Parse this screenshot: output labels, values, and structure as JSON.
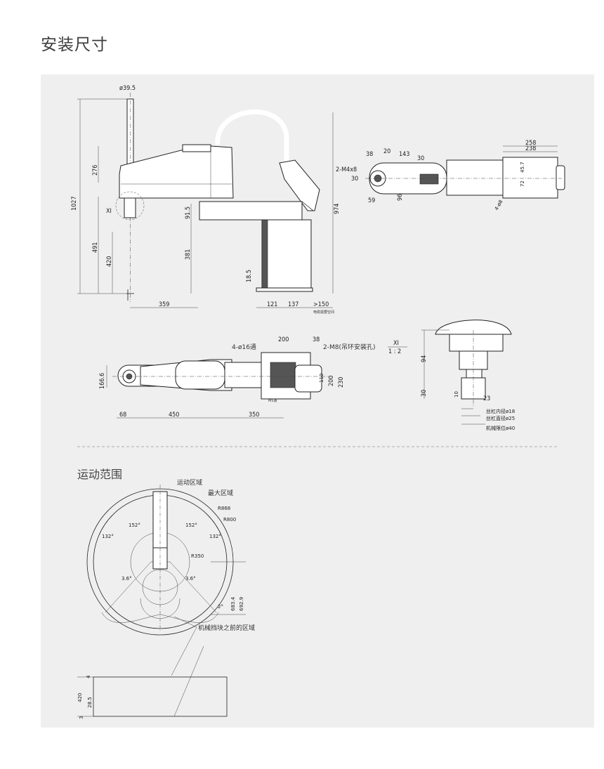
{
  "page": {
    "title": "安装尺寸",
    "motion_title": "运动范围"
  },
  "side_view": {
    "dims": {
      "d_rod": "ø39.5",
      "h_total": "1027",
      "h_276": "276",
      "h_491": "491",
      "h_420": "420",
      "h_381": "381",
      "h_91_5": "91.5",
      "h_18_5": "18.5",
      "h_974": "974",
      "w_359": "359",
      "w_121": "121",
      "w_137": "137",
      "w_150": ">150",
      "detail": "XI"
    },
    "note": "电缆需要空间"
  },
  "top_view": {
    "dims": {
      "holes": "4-ø16通",
      "w_200": "200",
      "w_38": "38",
      "m8": "2-M8(吊环安装孔)",
      "h_166_6": "166.6",
      "h_110": "110",
      "h_200": "200",
      "h_230": "230",
      "w_68": "68",
      "w_450": "450",
      "w_350": "350",
      "m5": "M5通"
    }
  },
  "base_view": {
    "dims": {
      "w_38": "38",
      "w_20": "20",
      "w_143": "143",
      "w_30": "30",
      "w_258": "258",
      "w_238": "238",
      "m4": "2-M4x8",
      "h_30": "30",
      "w_59": "59",
      "w_96": "96",
      "h_72": "72",
      "h_45_7": "45.7",
      "hole": "4-ø8"
    }
  },
  "detail_view": {
    "title": "XI",
    "scale": "1 : 2",
    "dims": {
      "h_94": "94",
      "h_30": "30",
      "h_10": "10",
      "w_23": "23"
    },
    "labels": {
      "inner": "丝杠内径ø18",
      "outer": "丝杠直径ø25",
      "limit": "机械限位ø40"
    }
  },
  "motion_range": {
    "labels": {
      "motion_area": "运动区域",
      "max_area": "最大区域",
      "r868": "R868",
      "r800": "R800",
      "r350": "R350",
      "a152l": "152°",
      "a152r": "152°",
      "a132l": "132°",
      "a132r": "132°",
      "a36l": "3.6°",
      "a36r": "3.6°",
      "a2": "2°",
      "h_683_4": "683.4",
      "h_692_9": "692.9",
      "stop_area": "机械挡块之前的区域"
    },
    "bottom_dims": {
      "h_4": "4",
      "h_420": "420",
      "h_28_5": "28.5",
      "h_3": "3"
    }
  }
}
